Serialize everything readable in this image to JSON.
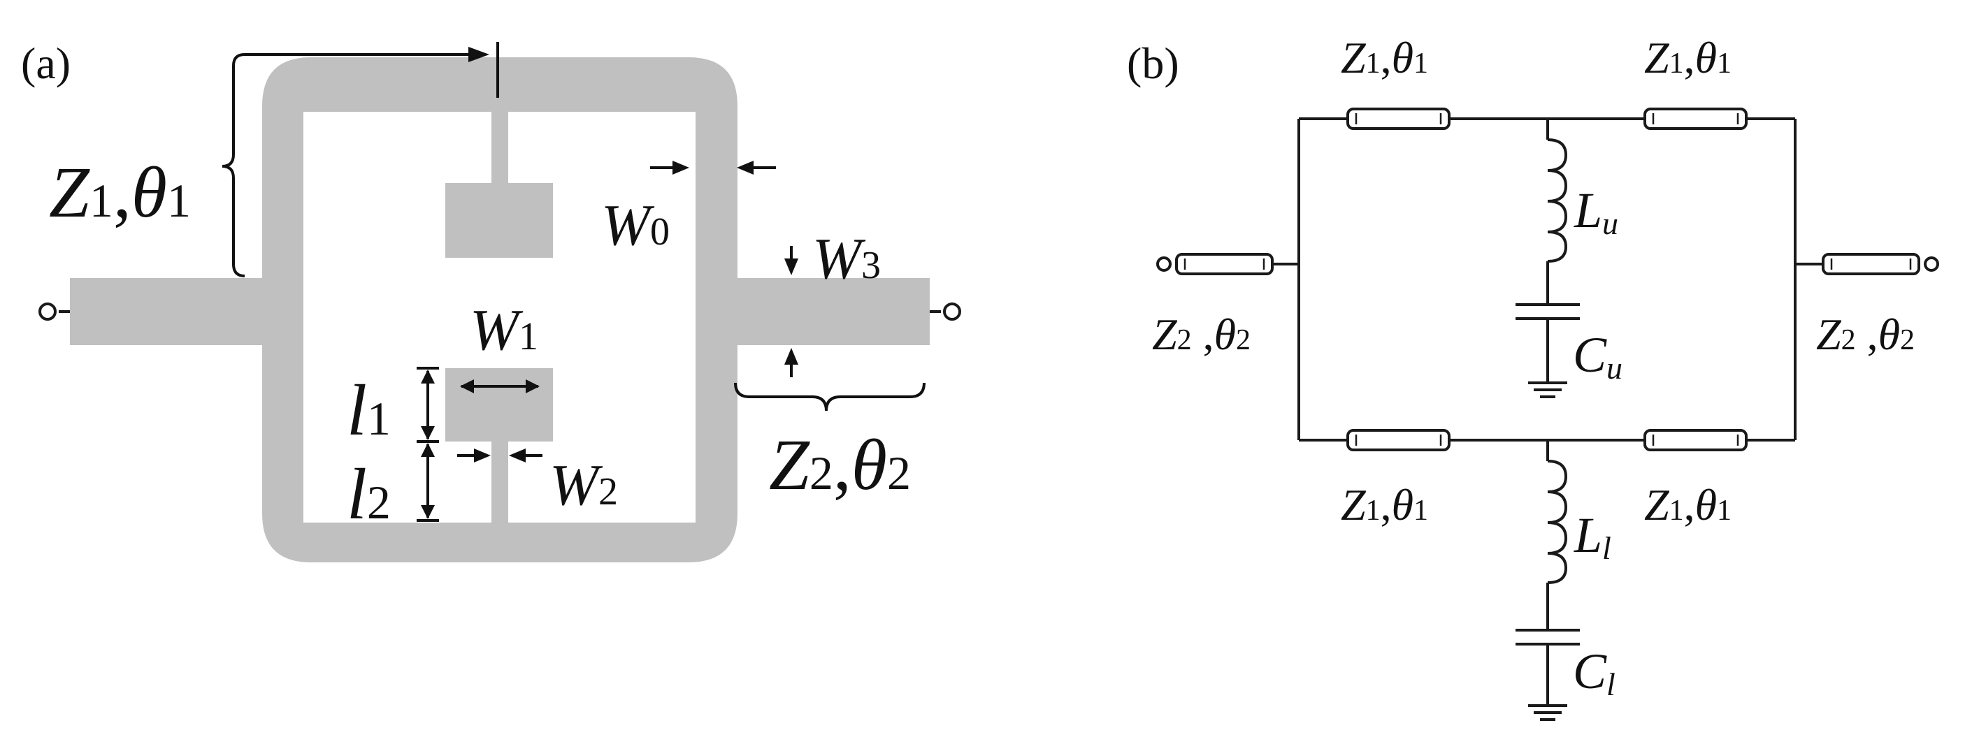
{
  "colors": {
    "background": "#ffffff",
    "microstrip": "#c0c0c0",
    "ink": "#111111"
  },
  "panel_a": {
    "label": "(a)",
    "z1": {
      "sym": "Z",
      "sub": "1",
      "sep": ",",
      "ang": "θ",
      "angsub": "1"
    },
    "z2": {
      "sym": "Z",
      "sub": "2",
      "sep": ",",
      "ang": "θ",
      "angsub": "2"
    },
    "w0": {
      "sym": "W",
      "sub": "0"
    },
    "w1": {
      "sym": "W",
      "sub": "1"
    },
    "w2": {
      "sym": "W",
      "sub": "2"
    },
    "w3": {
      "sym": "W",
      "sub": "3"
    },
    "l1": {
      "sym": "l",
      "sub": "1"
    },
    "l2": {
      "sym": "l",
      "sub": "2"
    }
  },
  "panel_b": {
    "label": "(b)",
    "line_label": {
      "sym": "Z",
      "sub": "1",
      "sep": ",",
      "ang": "θ",
      "angsub": "1"
    },
    "port_label": {
      "sym": "Z",
      "sub": "2",
      "sep": " ,",
      "ang": "θ",
      "angsub": "2"
    },
    "lu": {
      "sym": "L",
      "sub": "u"
    },
    "cu": {
      "sym": "C",
      "sub": "u"
    },
    "ll": {
      "sym": "L",
      "sub": "l"
    },
    "cl": {
      "sym": "C",
      "sub": "l"
    }
  }
}
